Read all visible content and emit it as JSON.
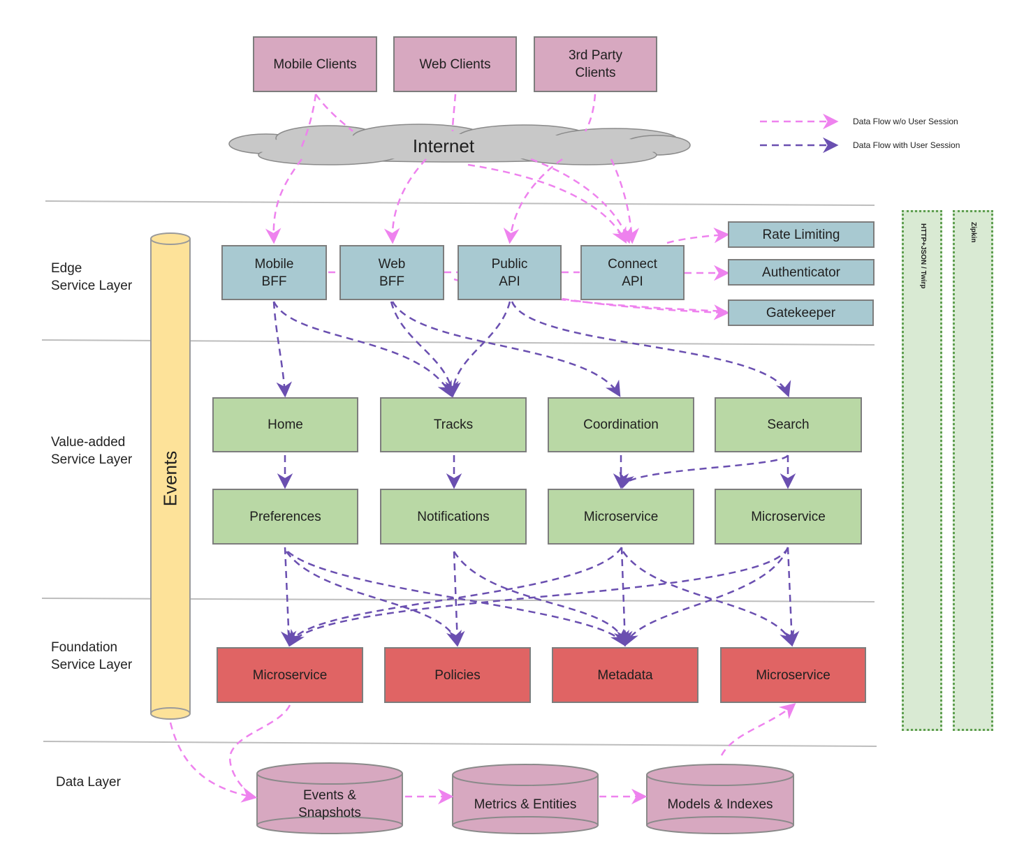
{
  "clients": {
    "mobile": "Mobile Clients",
    "web": "Web Clients",
    "third_party": "3rd Party\nClients"
  },
  "internet": "Internet",
  "legend": {
    "no_session": "Data Flow w/o User Session",
    "with_session": "Data Flow with User Session",
    "no_session_color": "#ee82ee",
    "with_session_color": "#6a4fb0"
  },
  "layers": {
    "edge": "Edge\nService Layer",
    "value": "Value-added\nService Layer",
    "foundation": "Foundation\nService Layer",
    "data": "Data Layer"
  },
  "events": "Events",
  "edge_services": {
    "mobile_bff": "Mobile\nBFF",
    "web_bff": "Web\nBFF",
    "public_api": "Public\nAPI",
    "connect_api": "Connect\nAPI"
  },
  "edge_aux": {
    "rate_limiting": "Rate Limiting",
    "authenticator": "Authenticator",
    "gatekeeper": "Gatekeeper"
  },
  "value_services": {
    "home": "Home",
    "tracks": "Tracks",
    "coordination": "Coordination",
    "search": "Search",
    "preferences": "Preferences",
    "notifications": "Notifications",
    "microservice_1": "Microservice",
    "microservice_2": "Microservice"
  },
  "foundation_services": {
    "microservice_1": "Microservice",
    "policies": "Policies",
    "metadata": "Metadata",
    "microservice_2": "Microservice"
  },
  "data_stores": {
    "events_snapshots": "Events &\nSnapshots",
    "metrics_entities": "Metrics & Entities",
    "models_indexes": "Models & Indexes"
  },
  "side_strips": {
    "http": "HTTP+JSON / Twirp",
    "zipkin": "Zipkin"
  },
  "colors": {
    "client": "#d7a8c0",
    "edge": "#a8c9d1",
    "value": "#b9d8a5",
    "foundation": "#e06464",
    "events": "#fde299",
    "strip": "#d9ead3"
  }
}
